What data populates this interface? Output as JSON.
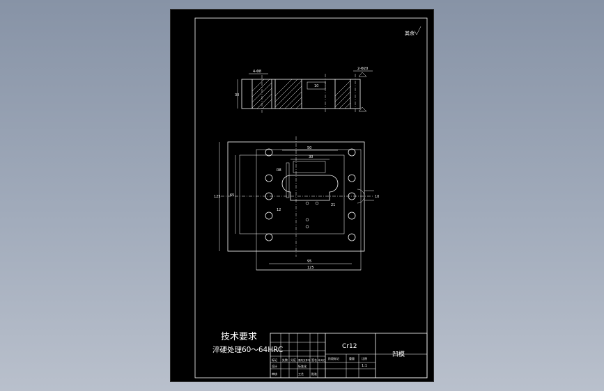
{
  "drawing": {
    "roughness_mark": "其余",
    "tech_title": "技术要求",
    "tech_note": "淬硬处理60～64HRC",
    "section_view": {
      "dim_top_left": "4-Φ8",
      "dim_top_right": "2-Φ20",
      "dim_height": "30",
      "dim_mid": "10"
    },
    "plan_view": {
      "dim_top_1": "50",
      "dim_top_2": "30",
      "dim_radius": "R8",
      "dim_left_1": "125",
      "dim_left_2": "65",
      "dim_small_1": "12",
      "dim_small_2": "21",
      "dim_right": "10",
      "dim_bottom_inner": "95",
      "dim_bottom_outer": "125"
    },
    "title_block": {
      "material": "Cr12",
      "part_name": "凹模",
      "scale": "1:1",
      "row_labels": [
        "标记",
        "处数",
        "分区",
        "更改文件号",
        "签名",
        "年月日"
      ],
      "row2_labels": [
        "设计",
        "标准化"
      ],
      "row3_labels": [
        "审核",
        "工艺",
        "批准"
      ],
      "stage_labels": [
        "阶段标记",
        "重量",
        "比例"
      ]
    }
  }
}
